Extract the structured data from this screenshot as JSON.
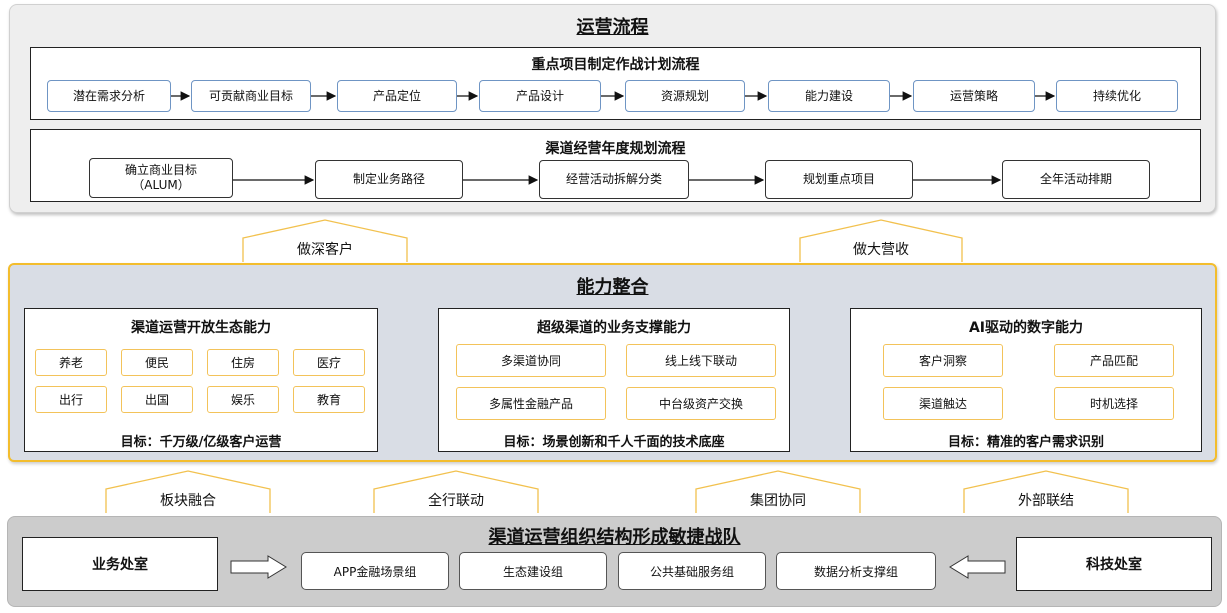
{
  "operations": {
    "title": "运营流程",
    "flow1": {
      "title": "重点项目制定作战计划流程",
      "steps": [
        "潜在需求分析",
        "可贡献商业目标",
        "产品定位",
        "产品设计",
        "资源规划",
        "能力建设",
        "运营策略",
        "持续优化"
      ]
    },
    "flow2": {
      "title": "渠道经营年度规划流程",
      "steps": [
        "确立商业目标\n（ALUM）",
        "制定业务路径",
        "经营活动拆解分类",
        "规划重点项目",
        "全年活动排期"
      ]
    }
  },
  "upper_arrows": [
    "做深客户",
    "做大营收"
  ],
  "capabilities": {
    "title": "能力整合",
    "cards": [
      {
        "title": "渠道运营开放生态能力",
        "tags": [
          "养老",
          "便民",
          "住房",
          "医疗",
          "出行",
          "出国",
          "娱乐",
          "教育"
        ],
        "goal": "目标：千万级/亿级客户运营"
      },
      {
        "title": "超级渠道的业务支撑能力",
        "tags": [
          "多渠道协同",
          "线上线下联动",
          "多属性金融产品",
          "中台级资产交换"
        ],
        "goal": "目标：场景创新和千人千面的技术底座"
      },
      {
        "title": "AI驱动的数字能力",
        "tags": [
          "客户洞察",
          "产品匹配",
          "渠道触达",
          "时机选择"
        ],
        "goal": "目标：精准的客户需求识别"
      }
    ]
  },
  "lower_arrows": [
    "板块融合",
    "全行联动",
    "集团协同",
    "外部联结"
  ],
  "organization": {
    "title": "渠道运营组织结构形成敏捷战队",
    "left_dept": "业务处室",
    "right_dept": "科技处室",
    "groups": [
      "APP金融场景组",
      "生态建设组",
      "公共基础服务组",
      "数据分析支撑组"
    ]
  },
  "colors": {
    "ops_panel_bg": "#eeeeee",
    "cap_panel_bg": "#d9dde5",
    "cap_panel_border": "#f3bd2d",
    "tag_border": "#f3c35a",
    "step_border": "#6f95c4",
    "org_panel_bg": "#cccccc"
  }
}
